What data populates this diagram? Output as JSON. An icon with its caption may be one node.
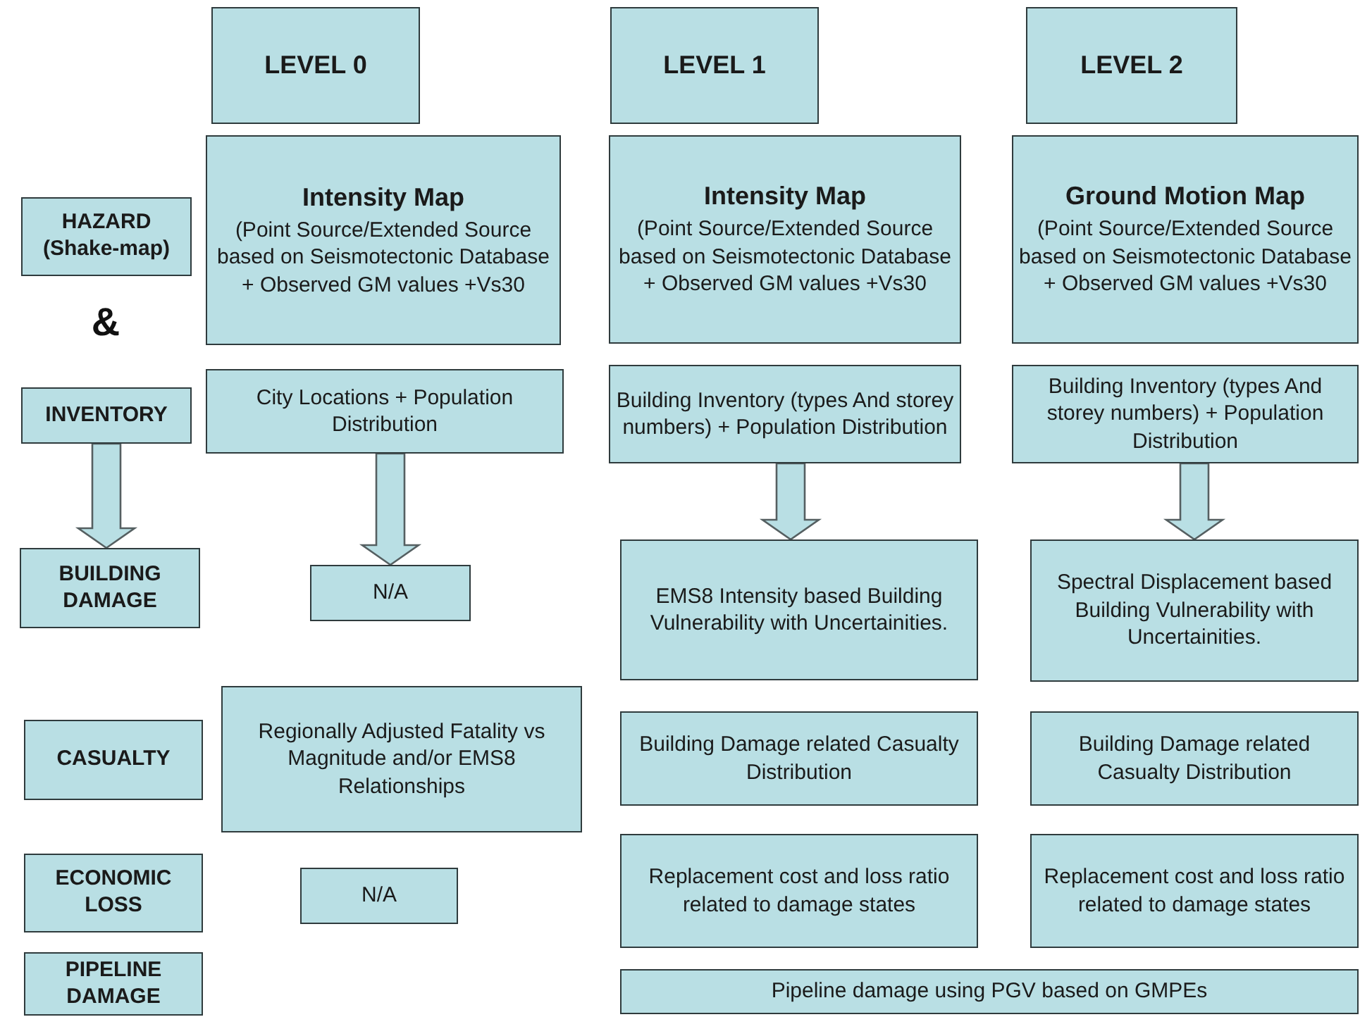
{
  "diagram": {
    "nodes": [
      {
        "text": [
          "LEVEL 0"
        ]
      },
      {
        "text": [
          "LEVEL 1"
        ]
      },
      {
        "text": [
          "LEVEL 2"
        ]
      },
      {
        "text": [
          "HAZARD (Shake-map)"
        ]
      },
      {
        "text": [
          "Intensity Map",
          "(Point Source/Extended Source based on Seismotectonic Database + Observed GM values +Vs30"
        ]
      },
      {
        "text": [
          "Intensity Map",
          "(Point Source/Extended Source based on Seismotectonic Database + Observed GM values +Vs30"
        ]
      },
      {
        "text": [
          "Ground Motion Map",
          "(Point Source/Extended Source based on Seismotectonic Database + Observed GM values +Vs30"
        ]
      },
      {
        "text": [
          "INVENTORY"
        ]
      },
      {
        "text": [
          "City Locations + Population Distribution"
        ]
      },
      {
        "text": [
          "Building Inventory (types And storey numbers) + Population Distribution"
        ]
      },
      {
        "text": [
          "Building Inventory (types And storey numbers) + Population Distribution"
        ]
      },
      {
        "text": [
          "BUILDING DAMAGE"
        ]
      },
      {
        "text": [
          "N/A"
        ]
      },
      {
        "text": [
          "EMS8 Intensity based Building Vulnerability with Uncertainities."
        ]
      },
      {
        "text": [
          "Spectral Displacement based Building Vulnerability with Uncertainities."
        ]
      },
      {
        "text": [
          "CASUALTY"
        ]
      },
      {
        "text": [
          "Regionally Adjusted Fatality vs Magnitude and/or EMS8 Relationships"
        ]
      },
      {
        "text": [
          "Building Damage related Casualty Distribution"
        ]
      },
      {
        "text": [
          "Building Damage related Casualty Distribution"
        ]
      },
      {
        "text": [
          "ECONOMIC LOSS"
        ]
      },
      {
        "text": [
          "N/A"
        ]
      },
      {
        "text": [
          "Replacement cost and loss ratio related to damage states"
        ]
      },
      {
        "text": [
          "Replacement cost and loss ratio related to damage states"
        ]
      },
      {
        "text": [
          "PIPELINE DAMAGE"
        ]
      },
      {
        "text": [
          "Pipeline damage using PGV based on GMPEs"
        ]
      }
    ],
    "edges": [
      {
        "from": 7,
        "to": 11,
        "arrow": "to"
      },
      {
        "from": 8,
        "to": 12,
        "arrow": "to"
      },
      {
        "from": 9,
        "to": 13,
        "arrow": "to"
      },
      {
        "from": 10,
        "to": 14,
        "arrow": "to"
      }
    ],
    "labels": [
      "&"
    ]
  }
}
